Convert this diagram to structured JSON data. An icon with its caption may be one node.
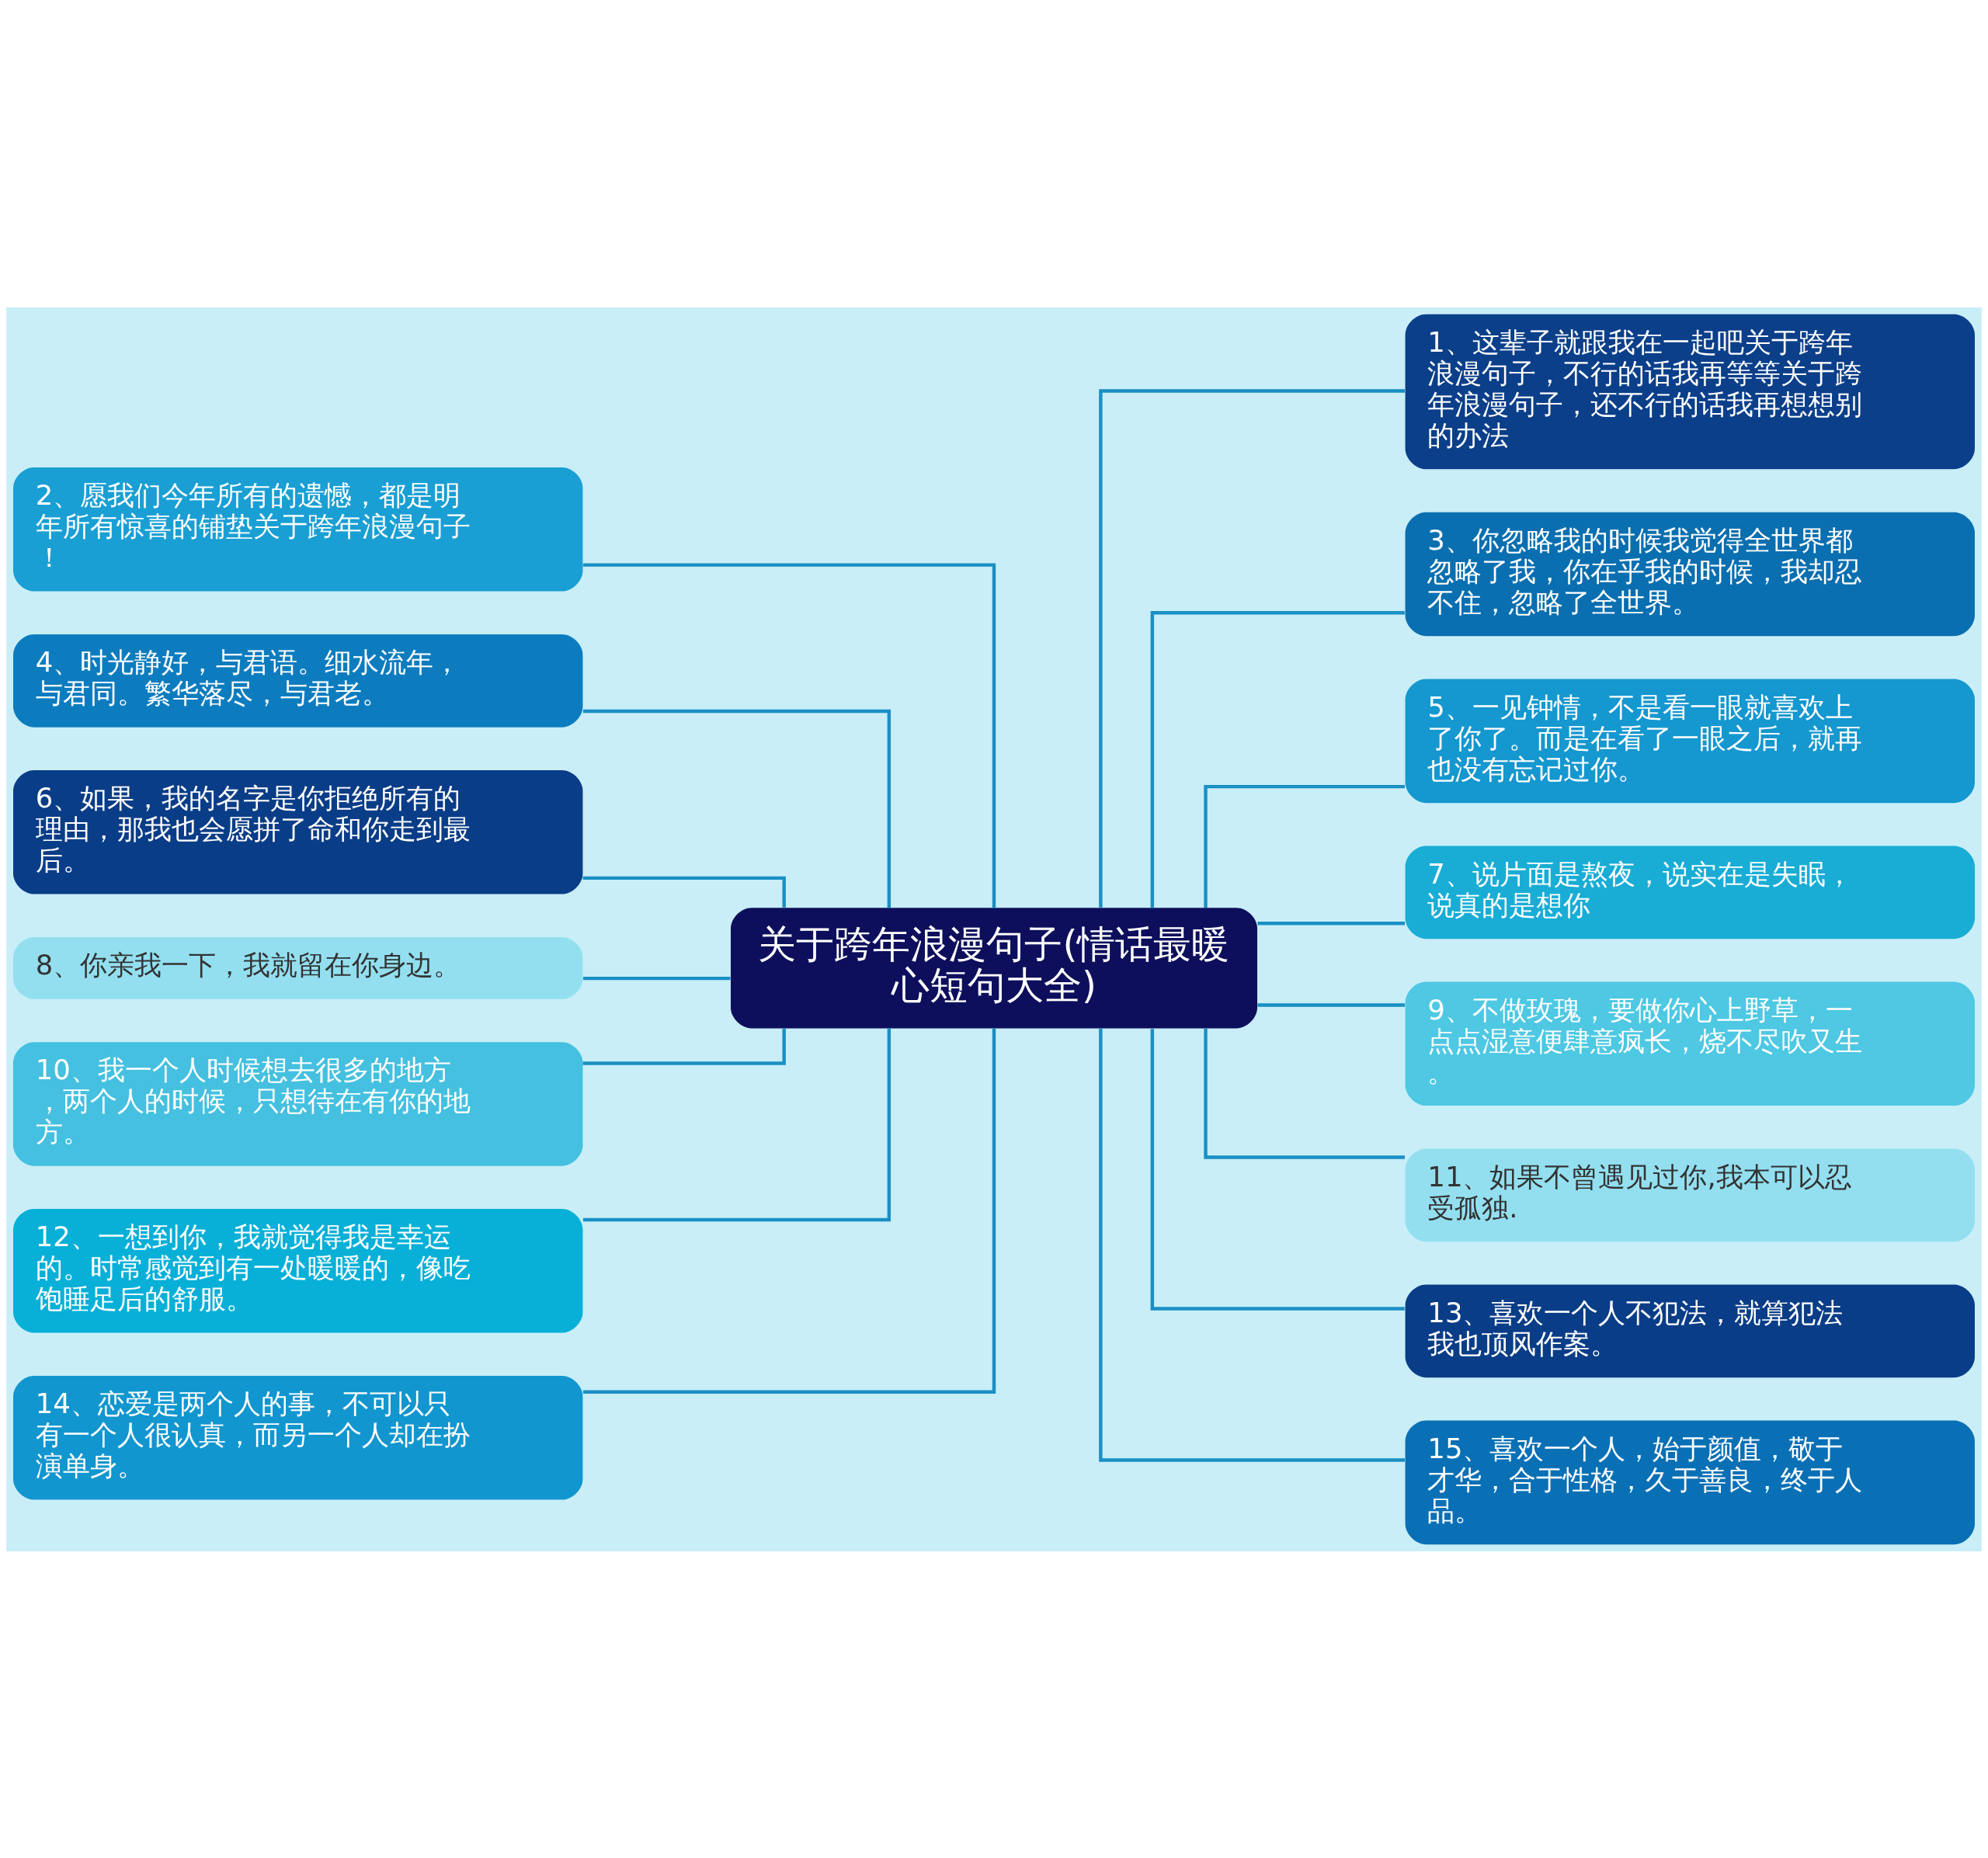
{
  "diagram": {
    "nodes": [
      {
        "text": [
          "关于跨年浪漫句子(情话最暖心短句大全)"
        ]
      },
      {
        "text": [
          "1、这辈子就跟我在一起吧关于跨年浪漫句子，不行的话我再等等关于跨年浪漫句子，还不行的话我再想想别的办法"
        ]
      },
      {
        "text": [
          "2、愿我们今年所有的遗憾，都是明年所有惊喜的铺垫关于跨年浪漫句子！"
        ]
      },
      {
        "text": [
          "3、你忽略我的时候我觉得全世界都忽略了我，你在乎我的时候，我却忍不住，忽略了全世界。"
        ]
      },
      {
        "text": [
          "4、时光静好，与君语。细水流年，与君同。繁华落尽，与君老。"
        ]
      },
      {
        "text": [
          "5、一见钟情，不是看一眼就喜欢上了你了。而是在看了一眼之后，就再也没有忘记过你。"
        ]
      },
      {
        "text": [
          "6、如果，我的名字是你拒绝所有的理由，那我也会愿拼了命和你走到最后。"
        ]
      },
      {
        "text": [
          "7、说片面是熬夜，说实在是失眠，说真的是想你"
        ]
      },
      {
        "text": [
          "8、你亲我一下，我就留在你身边。"
        ]
      },
      {
        "text": [
          "9、不做玫瑰，要做你心上野草，一点点湿意便肆意疯长，烧不尽吹又生。"
        ]
      },
      {
        "text": [
          "10、我一个人时候想去很多的地方，两个人的时候，只想待在有你的地方。"
        ]
      },
      {
        "text": [
          "11、如果不曾遇见过你,我本可以忍受孤独."
        ]
      },
      {
        "text": [
          "12、一想到你，我就觉得我是幸运的。时常感觉到有一处暖暖的，像吃饱睡足后的舒服。"
        ]
      },
      {
        "text": [
          "13、喜欢一个人不犯法，就算犯法我也顶风作案。"
        ]
      },
      {
        "text": [
          "14、恋爱是两个人的事，不可以只有一个人很认真，而另一个人却在扮演单身。"
        ]
      },
      {
        "text": [
          "15、喜欢一个人，始于颜值，敬于才华，合于性格，久于善良，终于人品。"
        ]
      }
    ],
    "edges": [
      {
        "from": 0,
        "to": 1,
        "arrow": "none"
      },
      {
        "from": 0,
        "to": 2,
        "arrow": "none"
      },
      {
        "from": 0,
        "to": 3,
        "arrow": "none"
      },
      {
        "from": 0,
        "to": 4,
        "arrow": "none"
      },
      {
        "from": 0,
        "to": 5,
        "arrow": "none"
      },
      {
        "from": 0,
        "to": 6,
        "arrow": "none"
      },
      {
        "from": 0,
        "to": 7,
        "arrow": "none"
      },
      {
        "from": 0,
        "to": 8,
        "arrow": "none"
      },
      {
        "from": 0,
        "to": 9,
        "arrow": "none"
      },
      {
        "from": 0,
        "to": 10,
        "arrow": "none"
      },
      {
        "from": 0,
        "to": 11,
        "arrow": "none"
      },
      {
        "from": 0,
        "to": 12,
        "arrow": "none"
      },
      {
        "from": 0,
        "to": 13,
        "arrow": "none"
      },
      {
        "from": 0,
        "to": 14,
        "arrow": "none"
      },
      {
        "from": 0,
        "to": 15,
        "arrow": "none"
      }
    ]
  }
}
